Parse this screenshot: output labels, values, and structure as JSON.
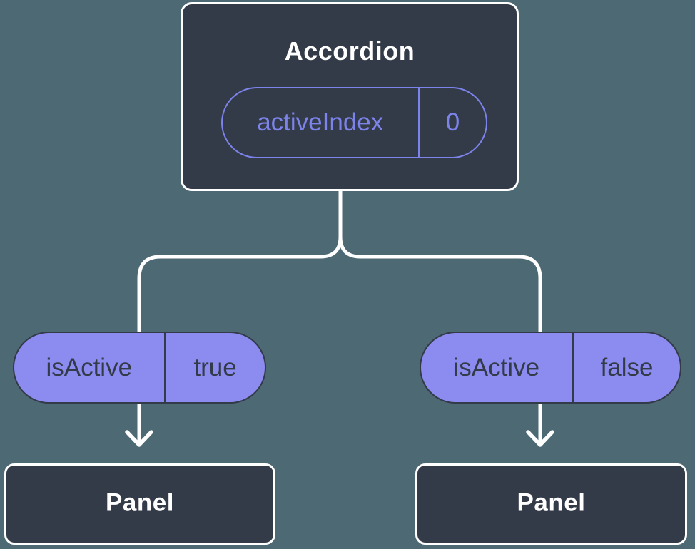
{
  "colors": {
    "background": "#4D6973",
    "node_fill": "#333A48",
    "node_border": "#FFFFFF",
    "text_light": "#FFFFFF",
    "pill_fill": "#8B8BF0",
    "pill_text_dark": "#333A48",
    "accent_purple": "#7C83EB",
    "connector": "#FFFFFF"
  },
  "tree": {
    "root": {
      "title": "Accordion",
      "state": {
        "name": "activeIndex",
        "value": "0"
      }
    },
    "branches": [
      {
        "prop": {
          "name": "isActive",
          "value": "true"
        },
        "child": {
          "title": "Panel"
        }
      },
      {
        "prop": {
          "name": "isActive",
          "value": "false"
        },
        "child": {
          "title": "Panel"
        }
      }
    ]
  }
}
